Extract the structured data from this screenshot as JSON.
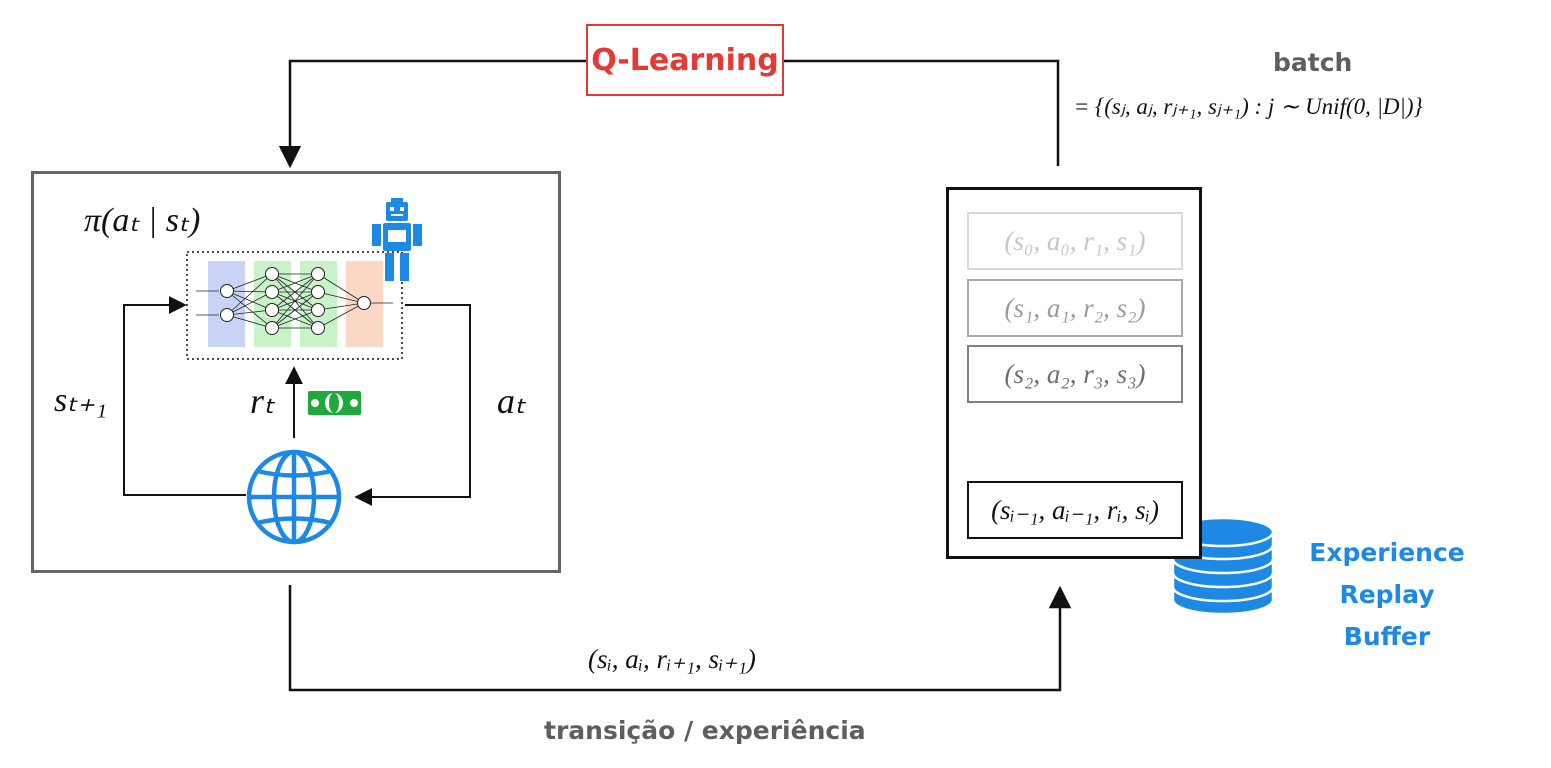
{
  "diagram": {
    "q_learning_label": "Q-Learning",
    "batch_label": "batch",
    "batch_formula": "𝒝 = {(sⱼ, aⱼ, rⱼ₊₁, sⱼ₊₁) : j ∼ Unif(0, |D|)}",
    "policy_label": "π(aₜ | sₜ)",
    "state_next_label": "sₜ₊₁",
    "reward_label": "rₜ",
    "action_label": "aₜ",
    "buffer_tuples": [
      "(s₀, a₀, r₁, s₁)",
      "(s₁, a₁, r₂, s₂)",
      "(s₂, a₂, r₃, s₃)",
      "(sᵢ₋₁, aᵢ₋₁, rᵢ, sᵢ)"
    ],
    "buffer_label_line1": "Experience",
    "buffer_label_line2": "Replay Buffer",
    "transition_tuple": "(sᵢ, aᵢ, rᵢ₊₁, sᵢ₊₁)",
    "transition_label": "transição / experiência",
    "colors": {
      "q_learning": "#e53935",
      "accent_blue": "#1e88e5",
      "money_green": "#1fa83b",
      "layer_blue": "#c9d3f5",
      "layer_green": "#c8f2c8",
      "layer_orange": "#fad8c5"
    },
    "icons": [
      "robot-icon",
      "money-icon",
      "globe-icon",
      "database-icon",
      "vertical-ellipsis-icon"
    ]
  }
}
